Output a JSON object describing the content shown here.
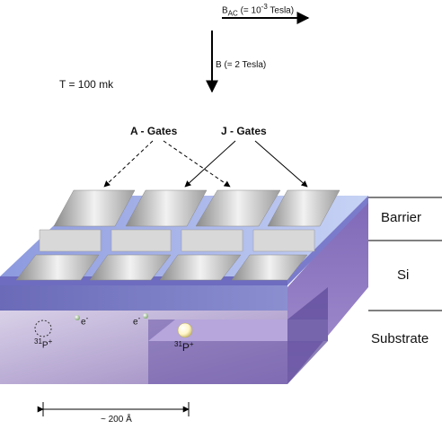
{
  "field_ac": {
    "prefix": "B",
    "sub": "AC",
    "rest": " (= 10",
    "exp": "-3",
    "unit": " Tesla)"
  },
  "field_b": "B (= 2 Tesla)",
  "temperature": "T = 100 mk",
  "a_gates_label": "A - Gates",
  "j_gates_label": "J - Gates",
  "layers": {
    "barrier": "Barrier",
    "si": "Si",
    "substrate": "Substrate"
  },
  "donor_left": {
    "mass": "31",
    "symbol": "P",
    "charge": "+"
  },
  "donor_right": {
    "mass": "31",
    "symbol": "P",
    "charge": "+"
  },
  "electron": {
    "symbol": "e",
    "charge": "-"
  },
  "scale": {
    "text": "~ 200 ",
    "unit": "Å"
  }
}
